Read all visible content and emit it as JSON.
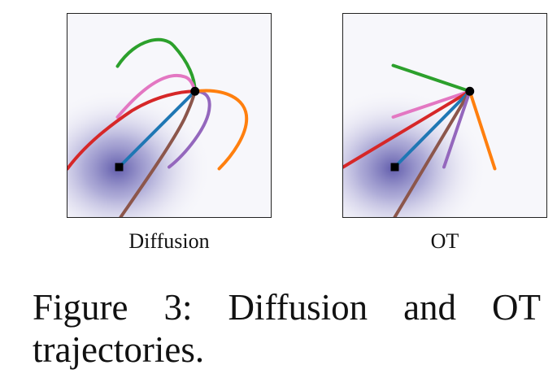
{
  "panels": [
    {
      "id": "diffusion",
      "caption": "Diffusion"
    },
    {
      "id": "ot",
      "caption": "OT"
    }
  ],
  "figure_caption": {
    "label": "Figure 3:",
    "line1_text": "Diffusion and OT",
    "line2_text": "trajectories."
  },
  "colors": {
    "density_center": "#5a55a8",
    "background": "#ffffff",
    "green": "#2ca02c",
    "pink": "#e377c2",
    "red": "#d62728",
    "blue": "#1f77b4",
    "brown": "#8c564b",
    "purple": "#9467bd",
    "orange": "#ff7f0e",
    "marker": "#000000"
  }
}
